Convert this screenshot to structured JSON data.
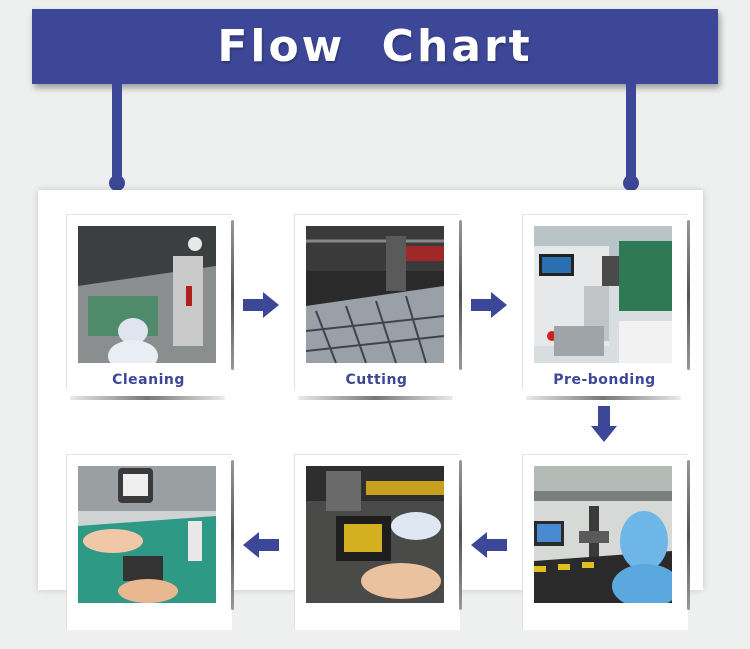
{
  "banner": {
    "title": "Flow  Chart"
  },
  "colors": {
    "accent": "#3d4797",
    "board": "#ffffff",
    "background": "#eef0f0"
  },
  "steps": [
    {
      "label": "Cleaning",
      "photo": "cleaning-room-photo"
    },
    {
      "label": "Cutting",
      "photo": "cutting-machine-photo"
    },
    {
      "label": "Pre-bonding",
      "photo": "pre-bonding-machine-photo"
    },
    {
      "label": "",
      "photo": "inspection-microscope-photo"
    },
    {
      "label": "",
      "photo": "assembly-photo"
    },
    {
      "label": "",
      "photo": "hand-testing-photo"
    }
  ],
  "arrows": [
    "arrow-right-icon",
    "arrow-right-icon",
    "arrow-down-icon",
    "arrow-left-icon",
    "arrow-left-icon"
  ]
}
